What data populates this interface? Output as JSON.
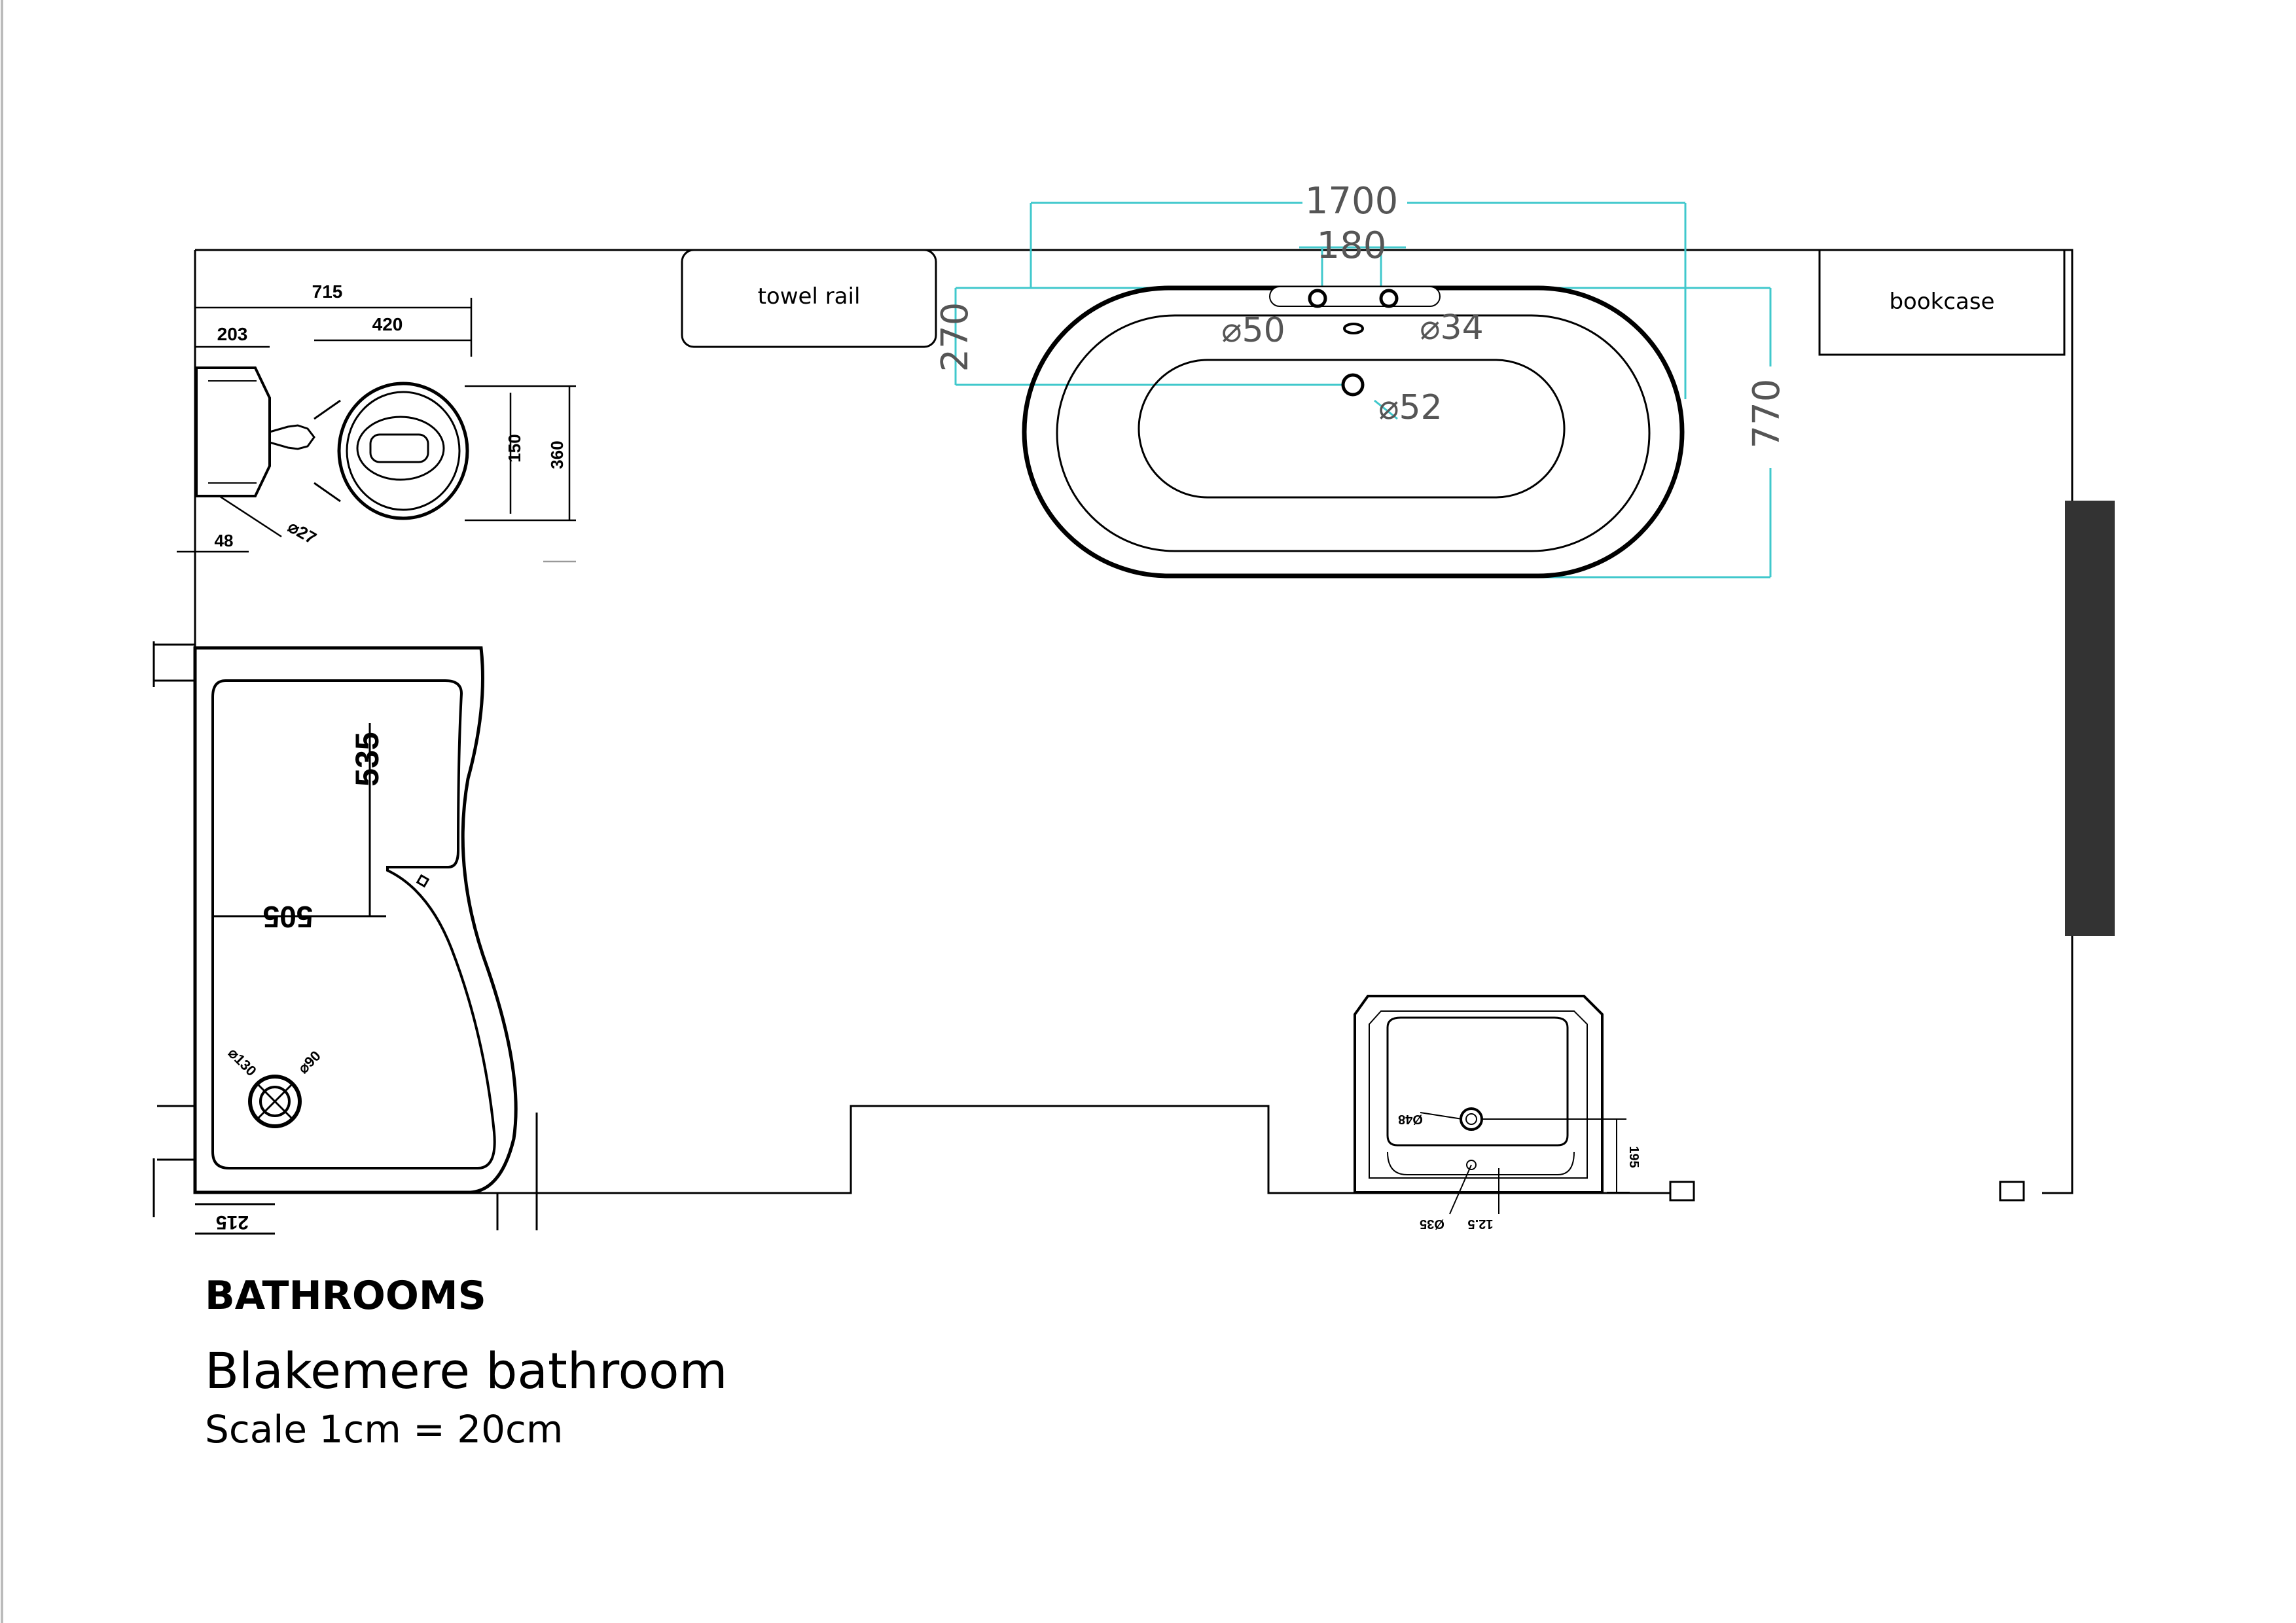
{
  "labels": {
    "towel_rail": "towel rail",
    "bookcase": "bookcase"
  },
  "toilet_dims": {
    "overall": "715",
    "cistern": "203",
    "pan": "420",
    "height_inner": "150",
    "height_outer": "360",
    "offset": "48",
    "pipe": "⌀27"
  },
  "bath_dims": {
    "length": "1700",
    "tap_spacing": "180",
    "end_depth": "270",
    "width": "770",
    "hole_left": "⌀50",
    "hole_right": "⌀34",
    "waste": "⌀52"
  },
  "shower_dims": {
    "depth": "535",
    "width": "505",
    "waste_outer": "⌀130",
    "waste_inner": "⌀90",
    "foot": "215"
  },
  "basin_dims": {
    "waste": "Ø48",
    "height": "195",
    "tap": "Ø35",
    "offset": "12.5"
  },
  "caption": {
    "section": "BATHROOMS",
    "title": "Blakemere bathroom",
    "scale": "Scale 1cm = 20cm"
  },
  "colors": {
    "wall": "#000000",
    "dimension_line": "#40c8cc",
    "radiator": "#333333"
  }
}
